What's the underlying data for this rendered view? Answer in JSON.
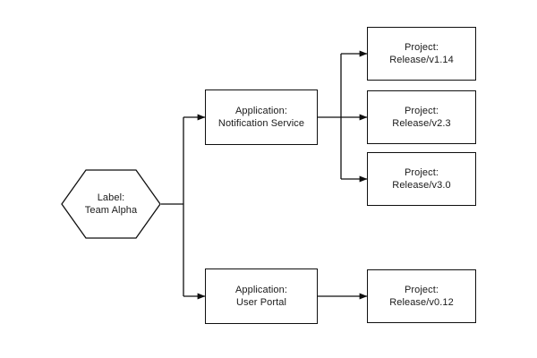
{
  "diagram": {
    "type": "flowchart",
    "background_color": "#ffffff",
    "stroke_color": "#0f0f0f",
    "text_color": "#1a1a1a",
    "nodes": [
      {
        "id": "team",
        "shape": "hexagon",
        "line1": "Label:",
        "line2": "Team Alpha"
      },
      {
        "id": "app_notification",
        "shape": "rectangle",
        "line1": "Application:",
        "line2": "Notification Service"
      },
      {
        "id": "app_userportal",
        "shape": "rectangle",
        "line1": "Application:",
        "line2": "User Portal"
      },
      {
        "id": "project_v114",
        "shape": "rectangle",
        "line1": "Project:",
        "line2": "Release/v1.14"
      },
      {
        "id": "project_v23",
        "shape": "rectangle",
        "line1": "Project:",
        "line2": "Release/v2.3"
      },
      {
        "id": "project_v30",
        "shape": "rectangle",
        "line1": "Project:",
        "line2": "Release/v3.0"
      },
      {
        "id": "project_v012",
        "shape": "rectangle",
        "line1": "Project:",
        "line2": "Release/v0.12"
      }
    ],
    "edges": [
      {
        "from": "team",
        "to": "app_notification",
        "arrow": true
      },
      {
        "from": "team",
        "to": "app_userportal",
        "arrow": true
      },
      {
        "from": "app_notification",
        "to": "project_v114",
        "arrow": true
      },
      {
        "from": "app_notification",
        "to": "project_v23",
        "arrow": true
      },
      {
        "from": "app_notification",
        "to": "project_v30",
        "arrow": true
      },
      {
        "from": "app_userportal",
        "to": "project_v012",
        "arrow": true
      }
    ]
  }
}
